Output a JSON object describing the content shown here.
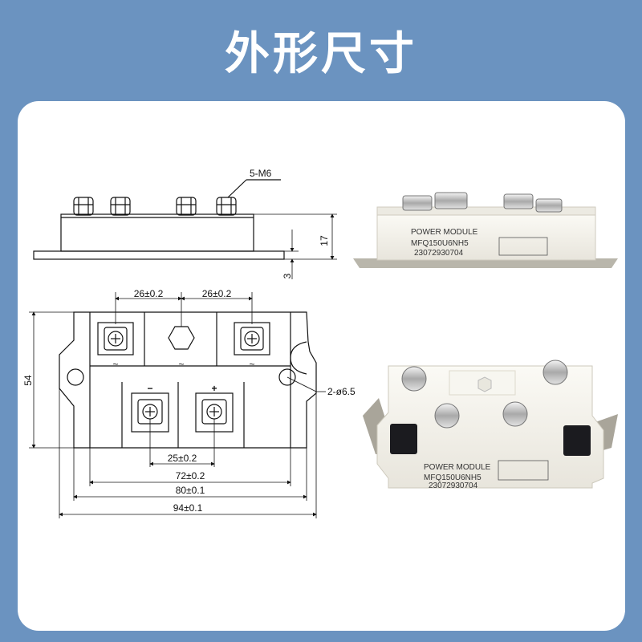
{
  "page": {
    "title": "外形尺寸"
  },
  "side_view": {
    "bolt_spec": "5-M6",
    "height": "17",
    "base_thickness": "3"
  },
  "top_view": {
    "height": "54",
    "spacing_left": "26±0.2",
    "spacing_right": "26±0.2",
    "spacing_dc": "25±0.2",
    "hole_spec": "2-ø6.5",
    "width_72": "72±0.2",
    "width_80": "80±0.1",
    "width_94": "94±0.1",
    "terminal_ac1": "~",
    "terminal_ac2": "~",
    "terminal_ac3": "~",
    "terminal_minus": "−",
    "terminal_plus": "+"
  },
  "product": {
    "brand_line": "POWER MODULE",
    "model": "MFQ150U6NH5",
    "serial": "23072930704"
  },
  "colors": {
    "background": "#6b93c0",
    "card": "#ffffff",
    "module_body": "#f3f1ea"
  }
}
